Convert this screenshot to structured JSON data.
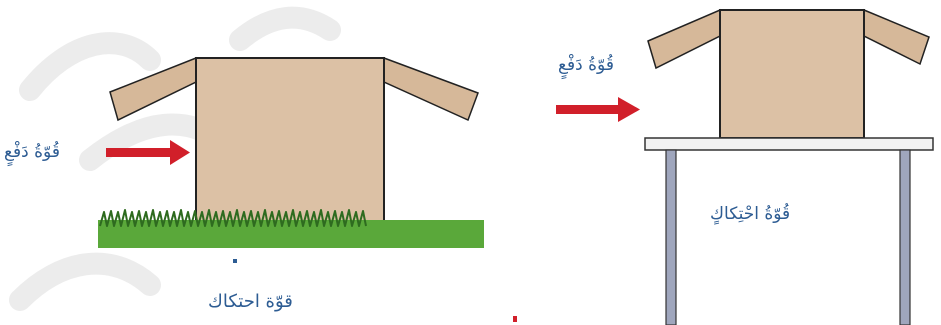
{
  "labels": {
    "push_force_left": "قُوّةُ دَفْعٍ",
    "friction_force_left": "قوّة احتكاك",
    "push_force_right": "قُوّةُ دَفْعٍ",
    "friction_force_right": "قُوّةُ احْتِكاكٍ"
  },
  "colors": {
    "box_fill": "#dcc1a5",
    "box_stroke": "#222222",
    "flap_fill": "#d6b899",
    "arrow": "#d11f2a",
    "label": "#2d5c93",
    "grass": "#5aa83a",
    "grass_dark": "#2e6b1f",
    "table_top": "#f2f2f2",
    "table_leg": "#9fa6bd",
    "watermark": "#dfdfdf"
  }
}
